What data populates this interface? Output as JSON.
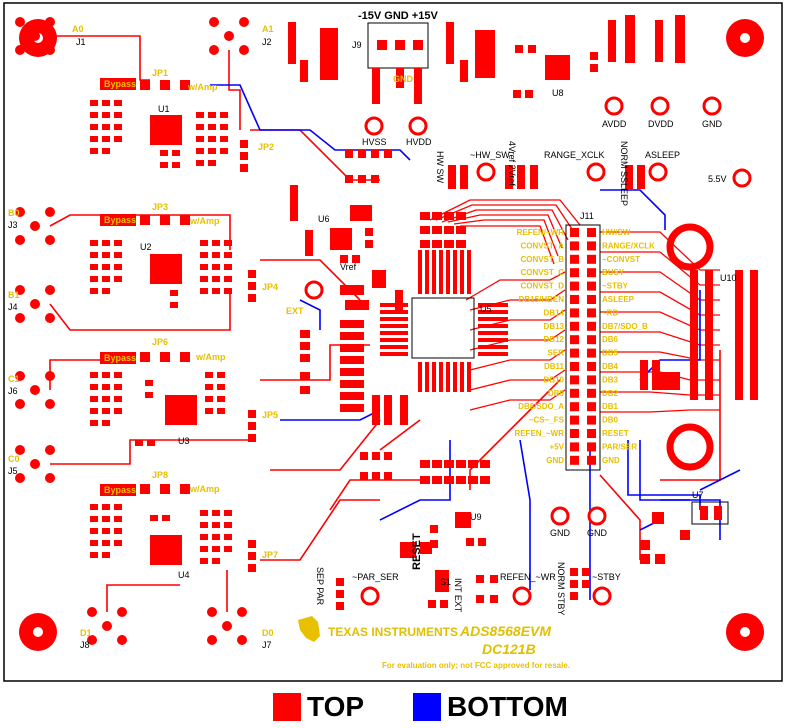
{
  "colors": {
    "top": "#ff0000",
    "bottom": "#0000ff",
    "silk": "#f0c800",
    "outline": "#000000"
  },
  "legend": {
    "top_label": "TOP",
    "bottom_label": "BOTTOM"
  },
  "board": {
    "power_header": {
      "title": "-15V GND +15V",
      "ref": "J9",
      "pins": [
        "HVSS",
        "GND",
        "HVDD"
      ]
    },
    "test_points": {
      "hvss": "HVSS",
      "hvdd": "HVDD",
      "avdd": "AVDD",
      "dvdd": "DVDD",
      "gnd_top": "GND",
      "v55": "5.5V",
      "gnd_a": "GND",
      "gnd_b": "GND",
      "hw_sw": "~HW_SW",
      "range_xclk": "RANGE_XCLK",
      "asleep": "ASLEEP",
      "par_ser": "~PAR_SER",
      "refen_wr": "REFEN_~WR",
      "stby": "~STBY",
      "ext": "EXT",
      "vref": "Vref"
    },
    "connectors": [
      {
        "id": "a0",
        "label": "A0",
        "ref": "J1"
      },
      {
        "id": "a1",
        "label": "A1",
        "ref": "J2"
      },
      {
        "id": "b0",
        "label": "B0",
        "ref": "J3"
      },
      {
        "id": "b1",
        "label": "B1",
        "ref": "J4"
      },
      {
        "id": "c1",
        "label": "C1",
        "ref": "J6"
      },
      {
        "id": "c0",
        "label": "C0",
        "ref": "J5"
      },
      {
        "id": "d1",
        "label": "D1",
        "ref": "J8"
      },
      {
        "id": "d0",
        "label": "D0",
        "ref": "J7"
      }
    ],
    "channels": [
      {
        "bypass": "Bypass",
        "jp": "JP1",
        "wamp": "w/Amp",
        "u": "U1",
        "jp_side": "JP2"
      },
      {
        "bypass": "Bypass",
        "jp": "JP3",
        "wamp": "w/Amp",
        "u": "U2",
        "jp_side": "JP4"
      },
      {
        "bypass": "Bypass",
        "jp": "JP6",
        "wamp": "w/Amp",
        "u": "U3",
        "jp_side": "JP5"
      },
      {
        "bypass": "Bypass",
        "jp": "JP8",
        "wamp": "w/Amp",
        "u": "U4",
        "jp_side": "JP7"
      }
    ],
    "pin_labels_left": [
      "REFEN/~WR",
      "CONVST_A",
      "CONVST_B",
      "CONVST_C",
      "CONVST_D",
      "DB15/HBEN",
      "DB14",
      "DB13",
      "DB12",
      "SER",
      "DB11",
      "DB10",
      "DB9",
      "DB8/SDO_A",
      "~CS~_FS",
      "REFEN_~WR",
      "+5V",
      "GND"
    ],
    "pin_labels_right": [
      "HW/SW",
      "RANGE/XCLK",
      "~CONVST",
      "BUSY",
      "~STBY",
      "ASLEEP",
      "~RD",
      "DB7/SDO_B",
      "DB6",
      "DB5",
      "DB4",
      "DB3",
      "DB2",
      "DB1",
      "DB0",
      "RESET",
      "PAR/SER",
      "GND"
    ],
    "ic_refs": {
      "main": "U5",
      "u6": "U6",
      "u7": "U7",
      "u8": "U8",
      "u9": "U9",
      "u10": "U10",
      "j11": "J11",
      "s1": "S1"
    },
    "small_labels": {
      "reset": "RESET",
      "int_ext": "INT EXT",
      "norm_stby": "NORM STBY",
      "sep_par": "SEP PAR",
      "hw_sw2": "HW SW",
      "int_2vref": "4Vref 2Vref",
      "norm_ssleep": "NORM SSLEEP"
    },
    "logo_company": "TEXAS INSTRUMENTS",
    "product": "ADS8568EVM",
    "pcb_code": "DC121B",
    "disclaimer": "For evaluation only; not FCC approved for resale."
  }
}
